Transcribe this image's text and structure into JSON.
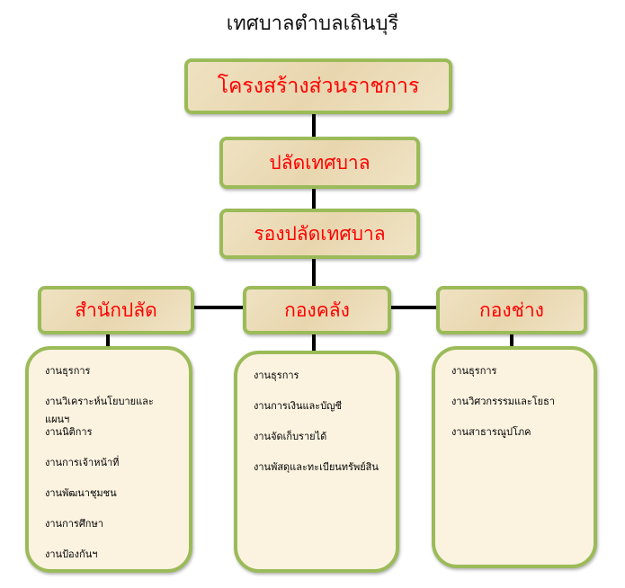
{
  "title": "เทศบาลตำบลเถินบุรี",
  "top": "โครงสร้างส่วนราชการ",
  "palad": "ปลัดเทศบาล",
  "rong_palad": "รองปลัดเทศบาล",
  "departments": [
    {
      "name": "สำนักปลัด",
      "items": [
        "งานธุรการ",
        "งานวิเคราะห์นโยบายและแผนฯ",
        "งานนิติการ",
        "งานการเจ้าหน้าที่",
        "งานพัฒนาชุมชน",
        "งานการศึกษา",
        "งานป้องกันฯ"
      ]
    },
    {
      "name": "กองคลัง",
      "items": [
        "งานธุรการ",
        "งานการเงินและบัญชี",
        "งานจัดเก็บรายได้",
        "งานพัสดุและทะเบียนทรัพย์สิน"
      ]
    },
    {
      "name": "กองช่าง",
      "items": [
        "งานธุรการ",
        "งานวิศวกรรรมและโยธา",
        "งานสาธารณูปโภค"
      ]
    }
  ]
}
